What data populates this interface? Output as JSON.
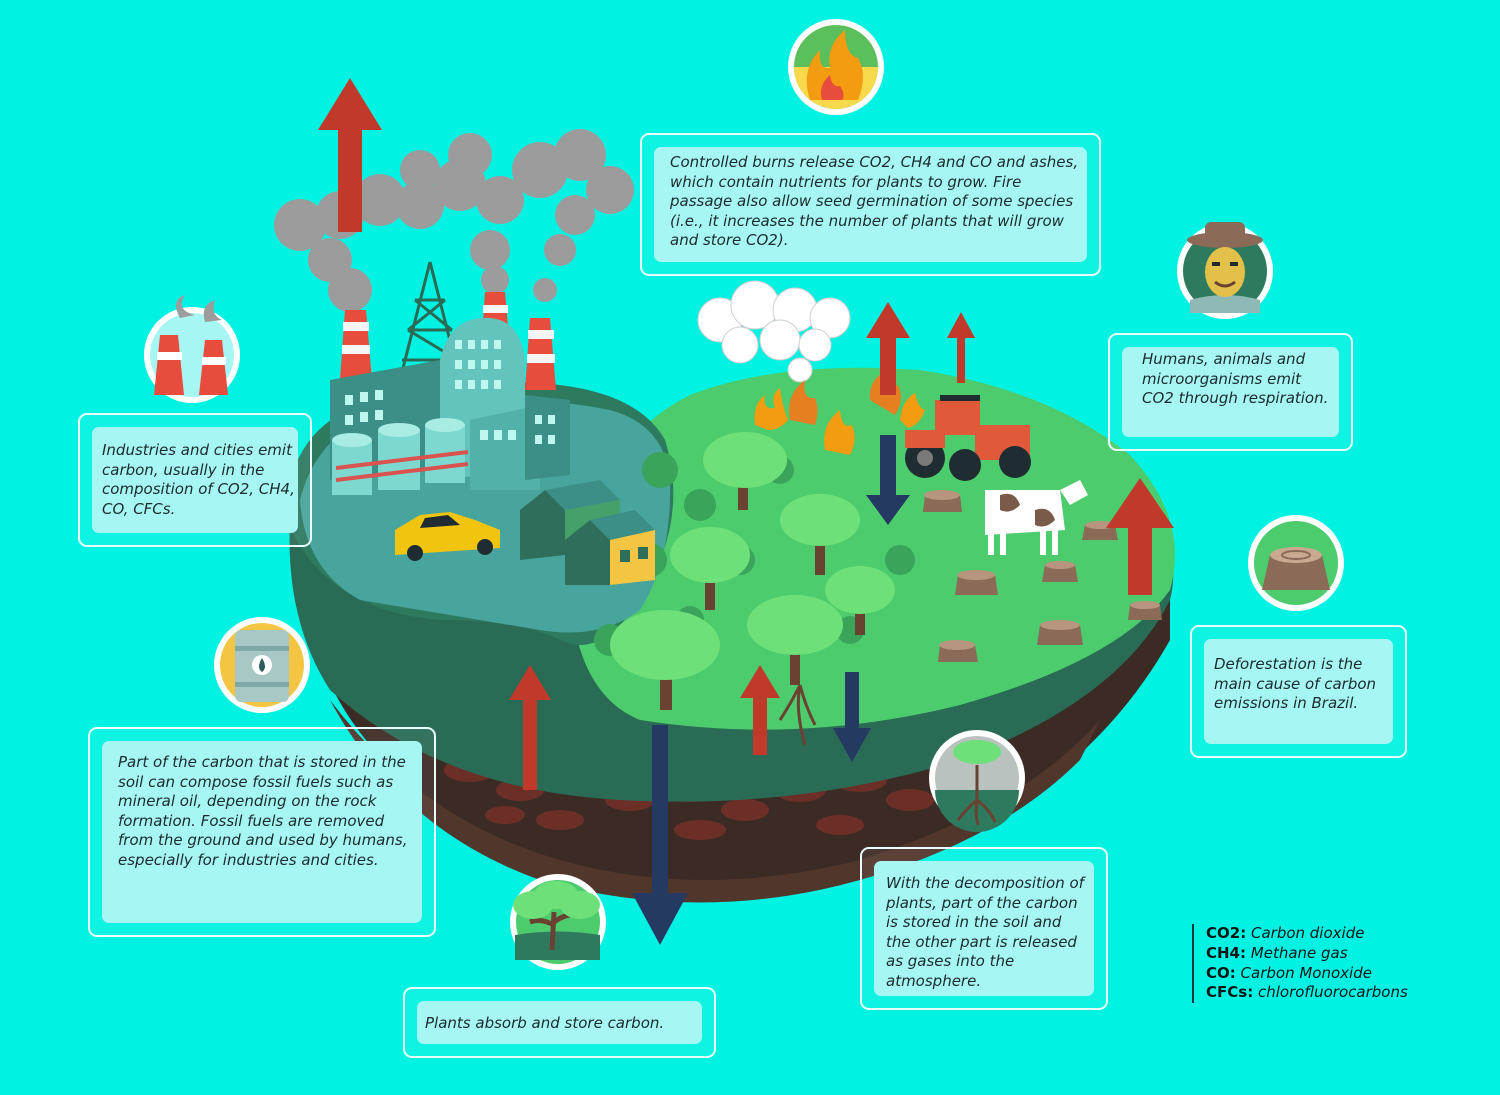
{
  "colors": {
    "background": "#00f3e2",
    "land_light": "#4ccc6c",
    "land_dark": "#2a6b55",
    "city_ground": "#48a59d",
    "emission_arrow": "#c0392b",
    "absorption_arrow": "#253a63",
    "text_panel": "#a6f7f3"
  },
  "callouts": {
    "industry": "Industries and cities emit carbon, usually in the composition of CO2, CH4, CO, CFCs.",
    "burns": "Controlled burns release CO2, CH4 and CO and ashes, which contain nutrients for plants to grow. Fire passage also allow seed germination of some species (i.e., it increases the number of plants that will grow and store CO2).",
    "respiration": "Humans, animals and microorganisms emit CO2 through respiration.",
    "deforestation": "Deforestation is the main cause of carbon emissions in Brazil.",
    "fossil": "Part of the carbon that is stored in the soil can compose fossil fuels such as mineral oil, depending on the rock formation. Fossil fuels are removed from the ground and used by humans, especially for industries and cities.",
    "plants": "Plants absorb and store carbon.",
    "decomposition": "With the decomposition of plants, part of the carbon is stored in the soil and the other part is released as gases into the atmosphere."
  },
  "legend": [
    {
      "abbr": "CO2:",
      "meaning": "Carbon dioxide"
    },
    {
      "abbr": "CH4:",
      "meaning": "Methane gas"
    },
    {
      "abbr": "CO:",
      "meaning": "Carbon Monoxide"
    },
    {
      "abbr": "CFCs:",
      "meaning": "chlorofluorocarbons"
    }
  ],
  "icons": {
    "fire": "fire-icon",
    "chimneys": "chimney-icon",
    "farmer": "farmer-icon",
    "stump": "tree-stump-icon",
    "oil": "oil-barrel-icon",
    "tree": "tree-icon",
    "roots": "tree-roots-icon"
  }
}
